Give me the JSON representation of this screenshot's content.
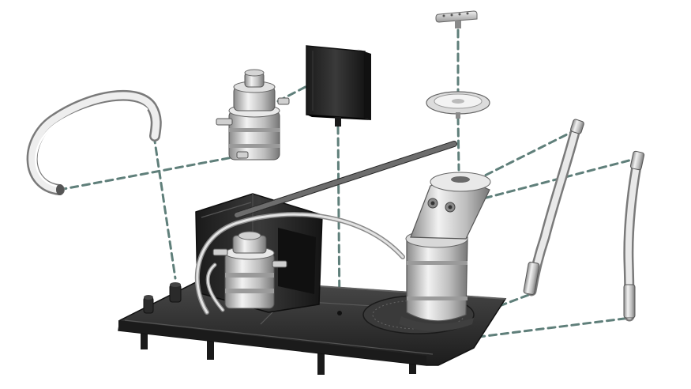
{
  "diagram": {
    "kind": "exploded-assembly",
    "colors": {
      "background": "#ffffff",
      "leader_line": "#5f7f7a",
      "base_plate": "#2b2b2b",
      "bracket": "#1f1f1f",
      "metal_light": "#e6e6e6",
      "metal_mid": "#b9b9b9",
      "metal_dark": "#7a7a7a"
    },
    "parts": [
      {
        "id": "bent-metal-tube",
        "icon": "bent-tube-icon"
      },
      {
        "id": "fuel-pump-module-top",
        "icon": "pump-module-icon"
      },
      {
        "id": "mounting-bracket",
        "icon": "bracket-icon"
      },
      {
        "id": "filter-plate",
        "icon": "plate-icon"
      },
      {
        "id": "sender-cap",
        "icon": "cap-icon"
      },
      {
        "id": "reservoir-canister",
        "icon": "canister-icon"
      },
      {
        "id": "flex-hose-left",
        "icon": "hose-icon"
      },
      {
        "id": "flex-hose-right",
        "icon": "hose-icon"
      },
      {
        "id": "braided-line",
        "icon": "braided-line-icon"
      },
      {
        "id": "base-tray",
        "icon": "tray-icon"
      },
      {
        "id": "installed-pump-module",
        "icon": "pump-module-icon"
      }
    ]
  }
}
